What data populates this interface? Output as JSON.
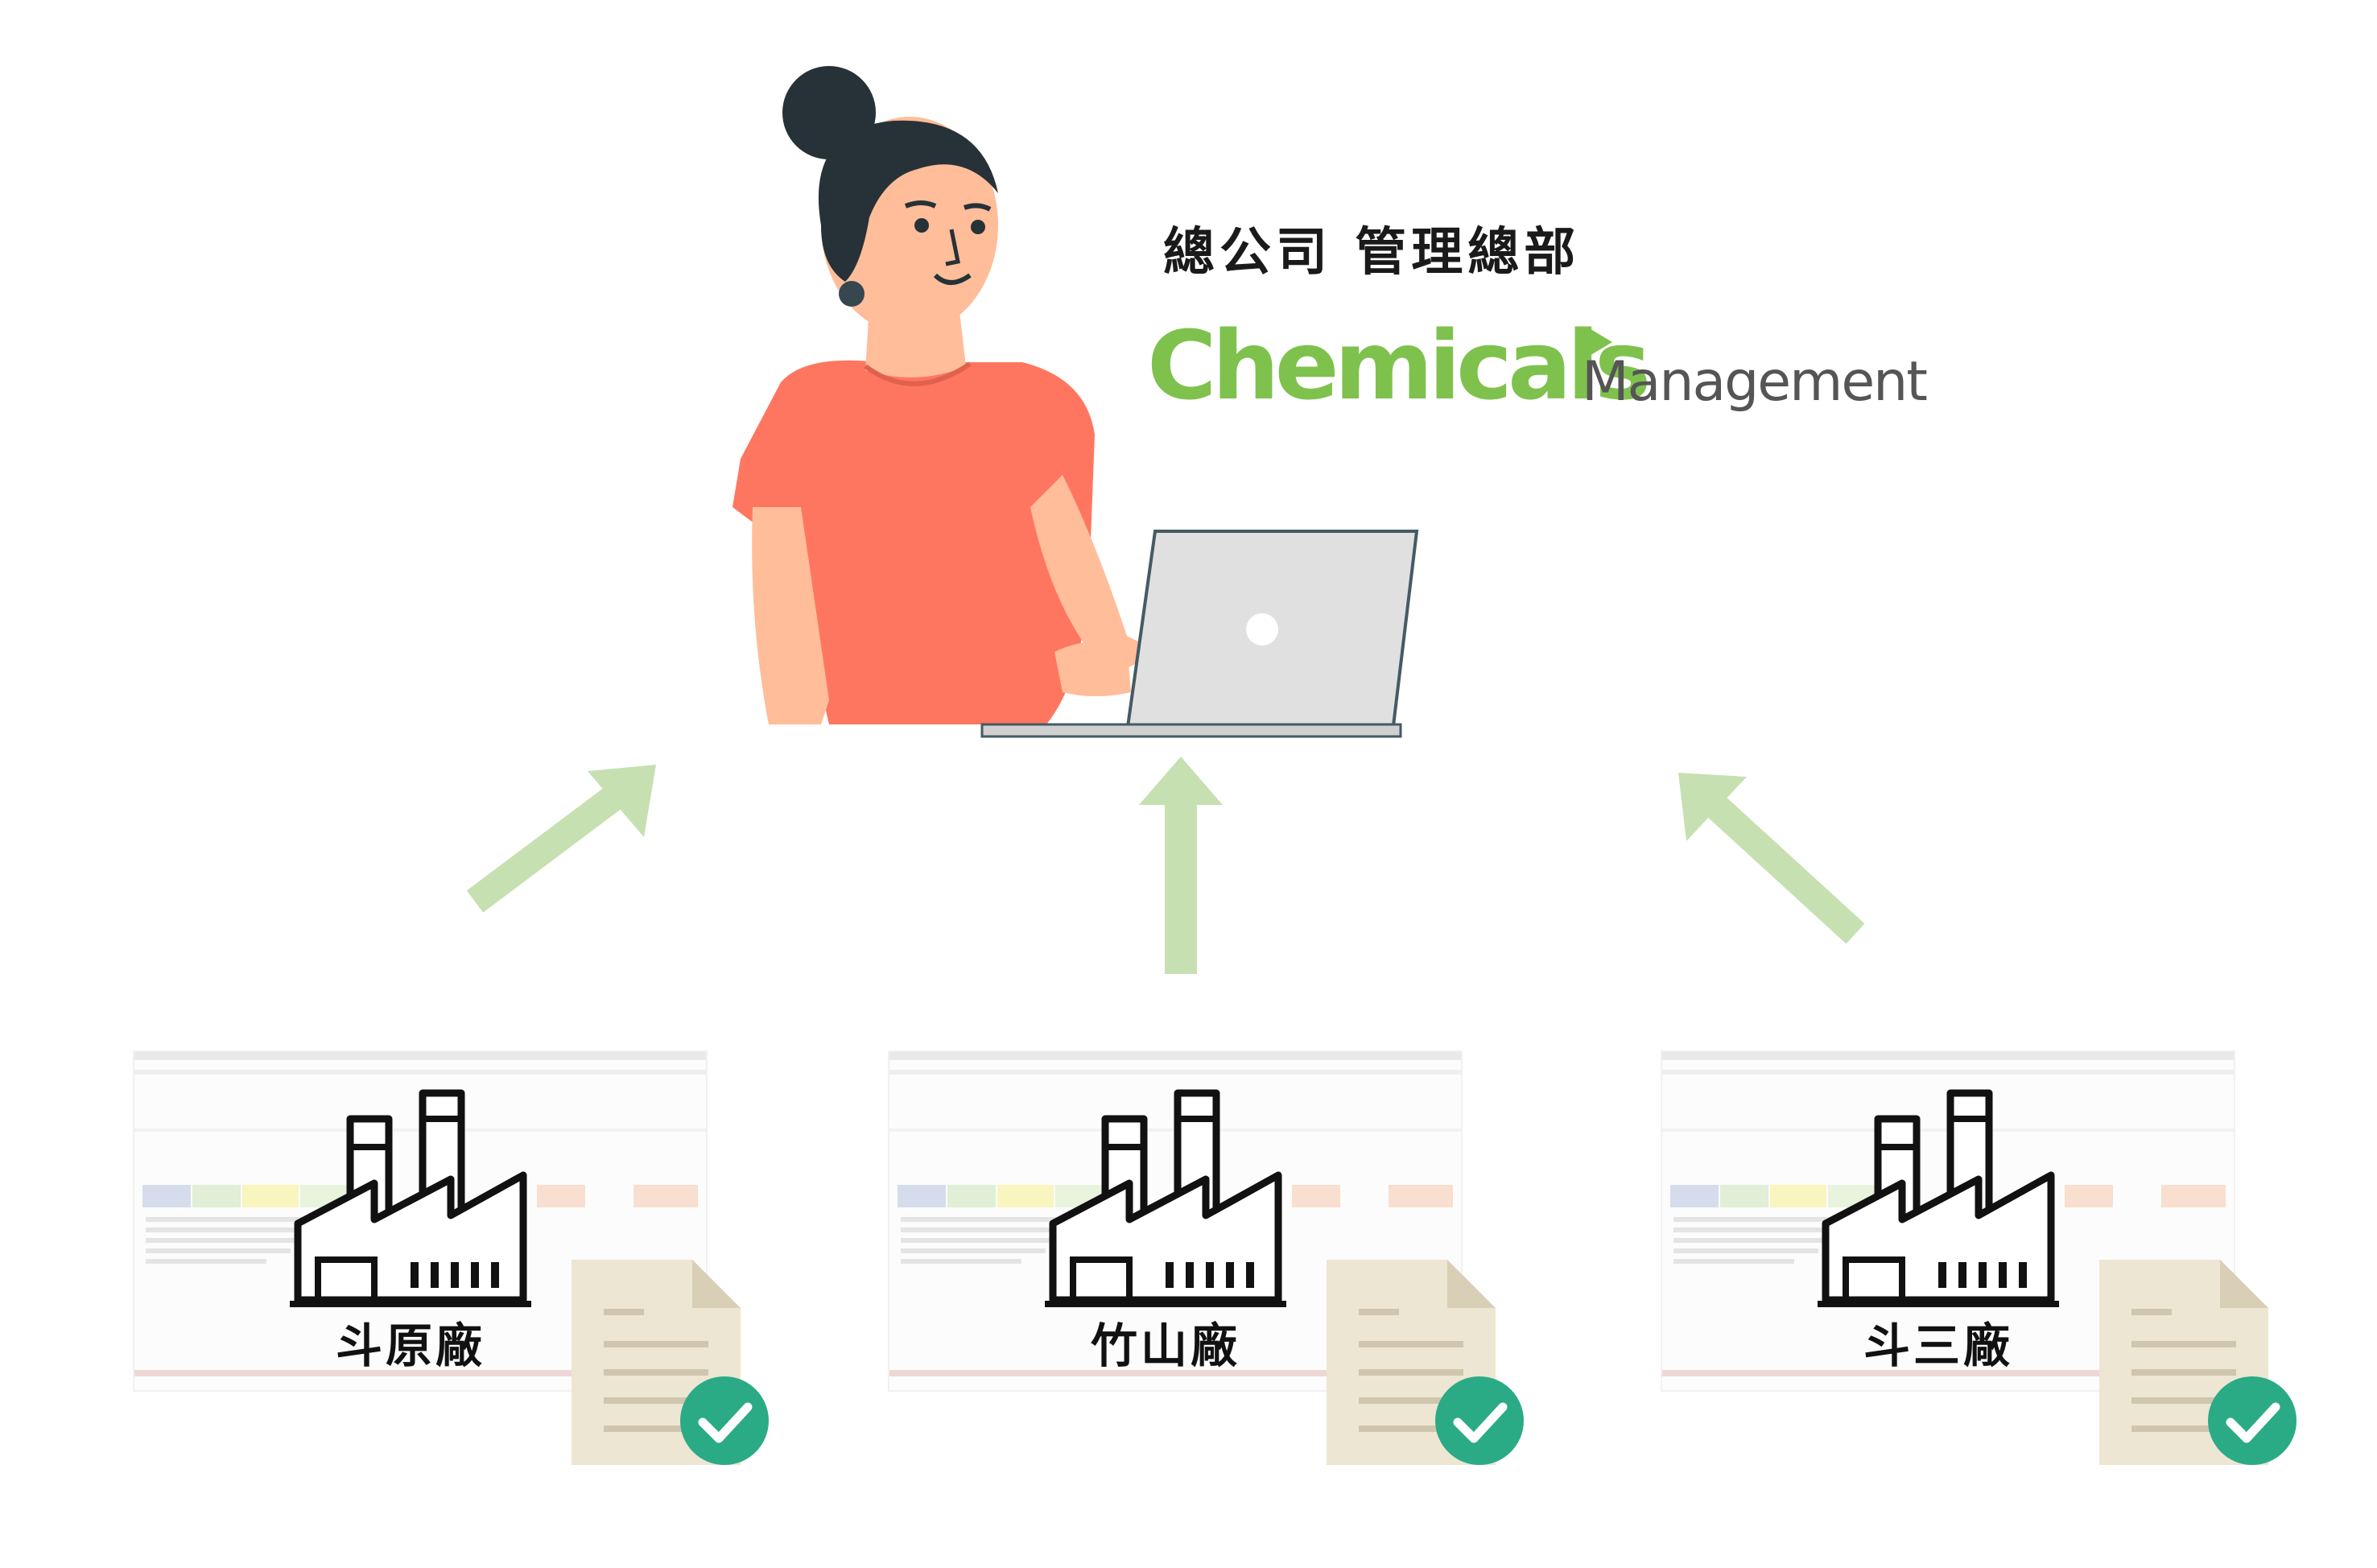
{
  "headquarters": {
    "title": "總公司 管理總部",
    "logo_main": "Chemicals",
    "logo_sub": "Management",
    "logo_color": "#7ec24d"
  },
  "arrow_color": "#c6e0b1",
  "plants": [
    {
      "label": "斗原廠",
      "status_icon": "check-circle-icon"
    },
    {
      "label": "竹山廠",
      "status_icon": "check-circle-icon"
    },
    {
      "label": "斗三廠",
      "status_icon": "check-circle-icon"
    }
  ],
  "status_color": "#2aab86"
}
